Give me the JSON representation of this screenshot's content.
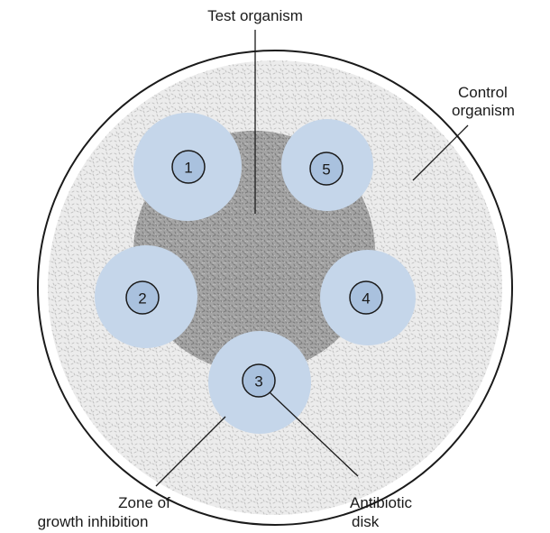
{
  "labels": {
    "test_organism": "Test organism",
    "control_organism_line1": "Control",
    "control_organism_line2": "organism",
    "zone_line1": "Zone of",
    "zone_line2": "growth inhibition",
    "disk_line1": "Antibiotic",
    "disk_line2": "disk"
  },
  "disks": [
    "1",
    "2",
    "3",
    "4",
    "5"
  ],
  "colors": {
    "plate_outline": "#1a1a1a",
    "control_lawn": "#ececec",
    "test_lawn": "#a4a4a4",
    "inhibition_zone": "#c5d6ea",
    "disk_fill": "#a9c1de",
    "disk_outline": "#1a1a1a",
    "text": "#1a1a1a"
  }
}
